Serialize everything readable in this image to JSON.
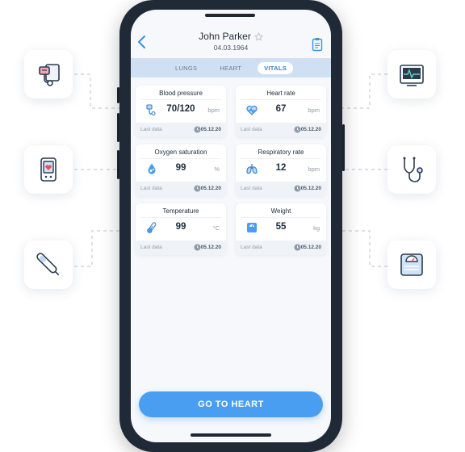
{
  "patient": {
    "name": "John Parker",
    "dob": "04.03.1964"
  },
  "tabs": [
    {
      "label": "LUNGS",
      "active": false
    },
    {
      "label": "HEART",
      "active": false
    },
    {
      "label": "VITALS",
      "active": true
    }
  ],
  "cards": [
    {
      "title": "Blood pressure",
      "value": "70/120",
      "unit": "bpm",
      "footer": "Last data",
      "date": "05.12.20",
      "icon": "blood-pressure-icon"
    },
    {
      "title": "Heart rate",
      "value": "67",
      "unit": "bpm",
      "footer": "Last data",
      "date": "05.12.20",
      "icon": "heart-rate-icon"
    },
    {
      "title": "Oxygen saturation",
      "value": "99",
      "unit": "%",
      "footer": "Last data",
      "date": "05.12.20",
      "icon": "oxygen-drop-icon"
    },
    {
      "title": "Respiratory rate",
      "value": "12",
      "unit": "bpm",
      "footer": "Last data",
      "date": "05.12.20",
      "icon": "lungs-icon"
    },
    {
      "title": "Temperature",
      "value": "99",
      "unit": "°C",
      "footer": "Last data",
      "date": "05.12.20",
      "icon": "thermometer-icon"
    },
    {
      "title": "Weight",
      "value": "55",
      "unit": "kg",
      "footer": "Last data",
      "date": "05.12.20",
      "icon": "scale-icon"
    }
  ],
  "cta": {
    "label": "GO TO HEART"
  },
  "colors": {
    "accent": "#4a9ef2",
    "tab_bar": "#cfe0f3",
    "frame": "#202a36"
  },
  "devices": [
    "blood-pressure-monitor-icon",
    "pulse-oximeter-icon",
    "digital-thermometer-icon",
    "ecg-monitor-icon",
    "stethoscope-icon",
    "bathroom-scale-icon"
  ]
}
